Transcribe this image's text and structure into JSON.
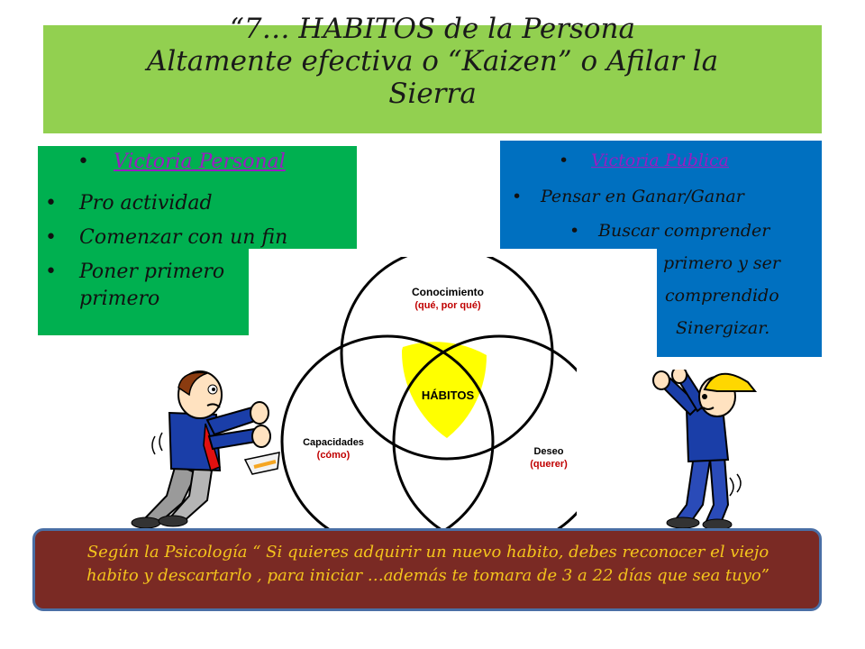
{
  "title": {
    "line1": "“7… HABITOS de la Persona",
    "line2": "Altamente efectiva o “Kaizen” o Afilar la",
    "line3": "Sierra"
  },
  "personal": {
    "heading": "Victoria Personal",
    "items": [
      "Pro actividad",
      "Comenzar con un fin",
      "Poner primero",
      "primero"
    ]
  },
  "publica": {
    "heading": "Victoria Publica",
    "items": [
      "Pensar en Ganar/Ganar",
      "Buscar comprender",
      "primero y ser",
      "comprendido",
      "Sinergizar."
    ]
  },
  "diagram": {
    "top_label": "Conocimiento",
    "top_sub": "(qué, por qué)",
    "left_label": "Capacidades",
    "left_sub": "(cómo)",
    "right_label": "Deseo",
    "right_sub": "(querer)",
    "center_label": "HÁBITOS"
  },
  "quote": {
    "line1": "Según la Psicología “ Si quieres adquirir un nuevo habito, debes reconocer el viejo",
    "line2": "habito y descartarlo , para iniciar …además te tomara de  3 a  22 días que sea tuyo”"
  },
  "colors": {
    "title_bg": "#92d050",
    "green": "#00b050",
    "blue": "#0070c0",
    "center_fill": "#ffff00",
    "quote_bg": "#7a2a24",
    "quote_text": "#f4c41c",
    "link": "#9b1cc2"
  }
}
